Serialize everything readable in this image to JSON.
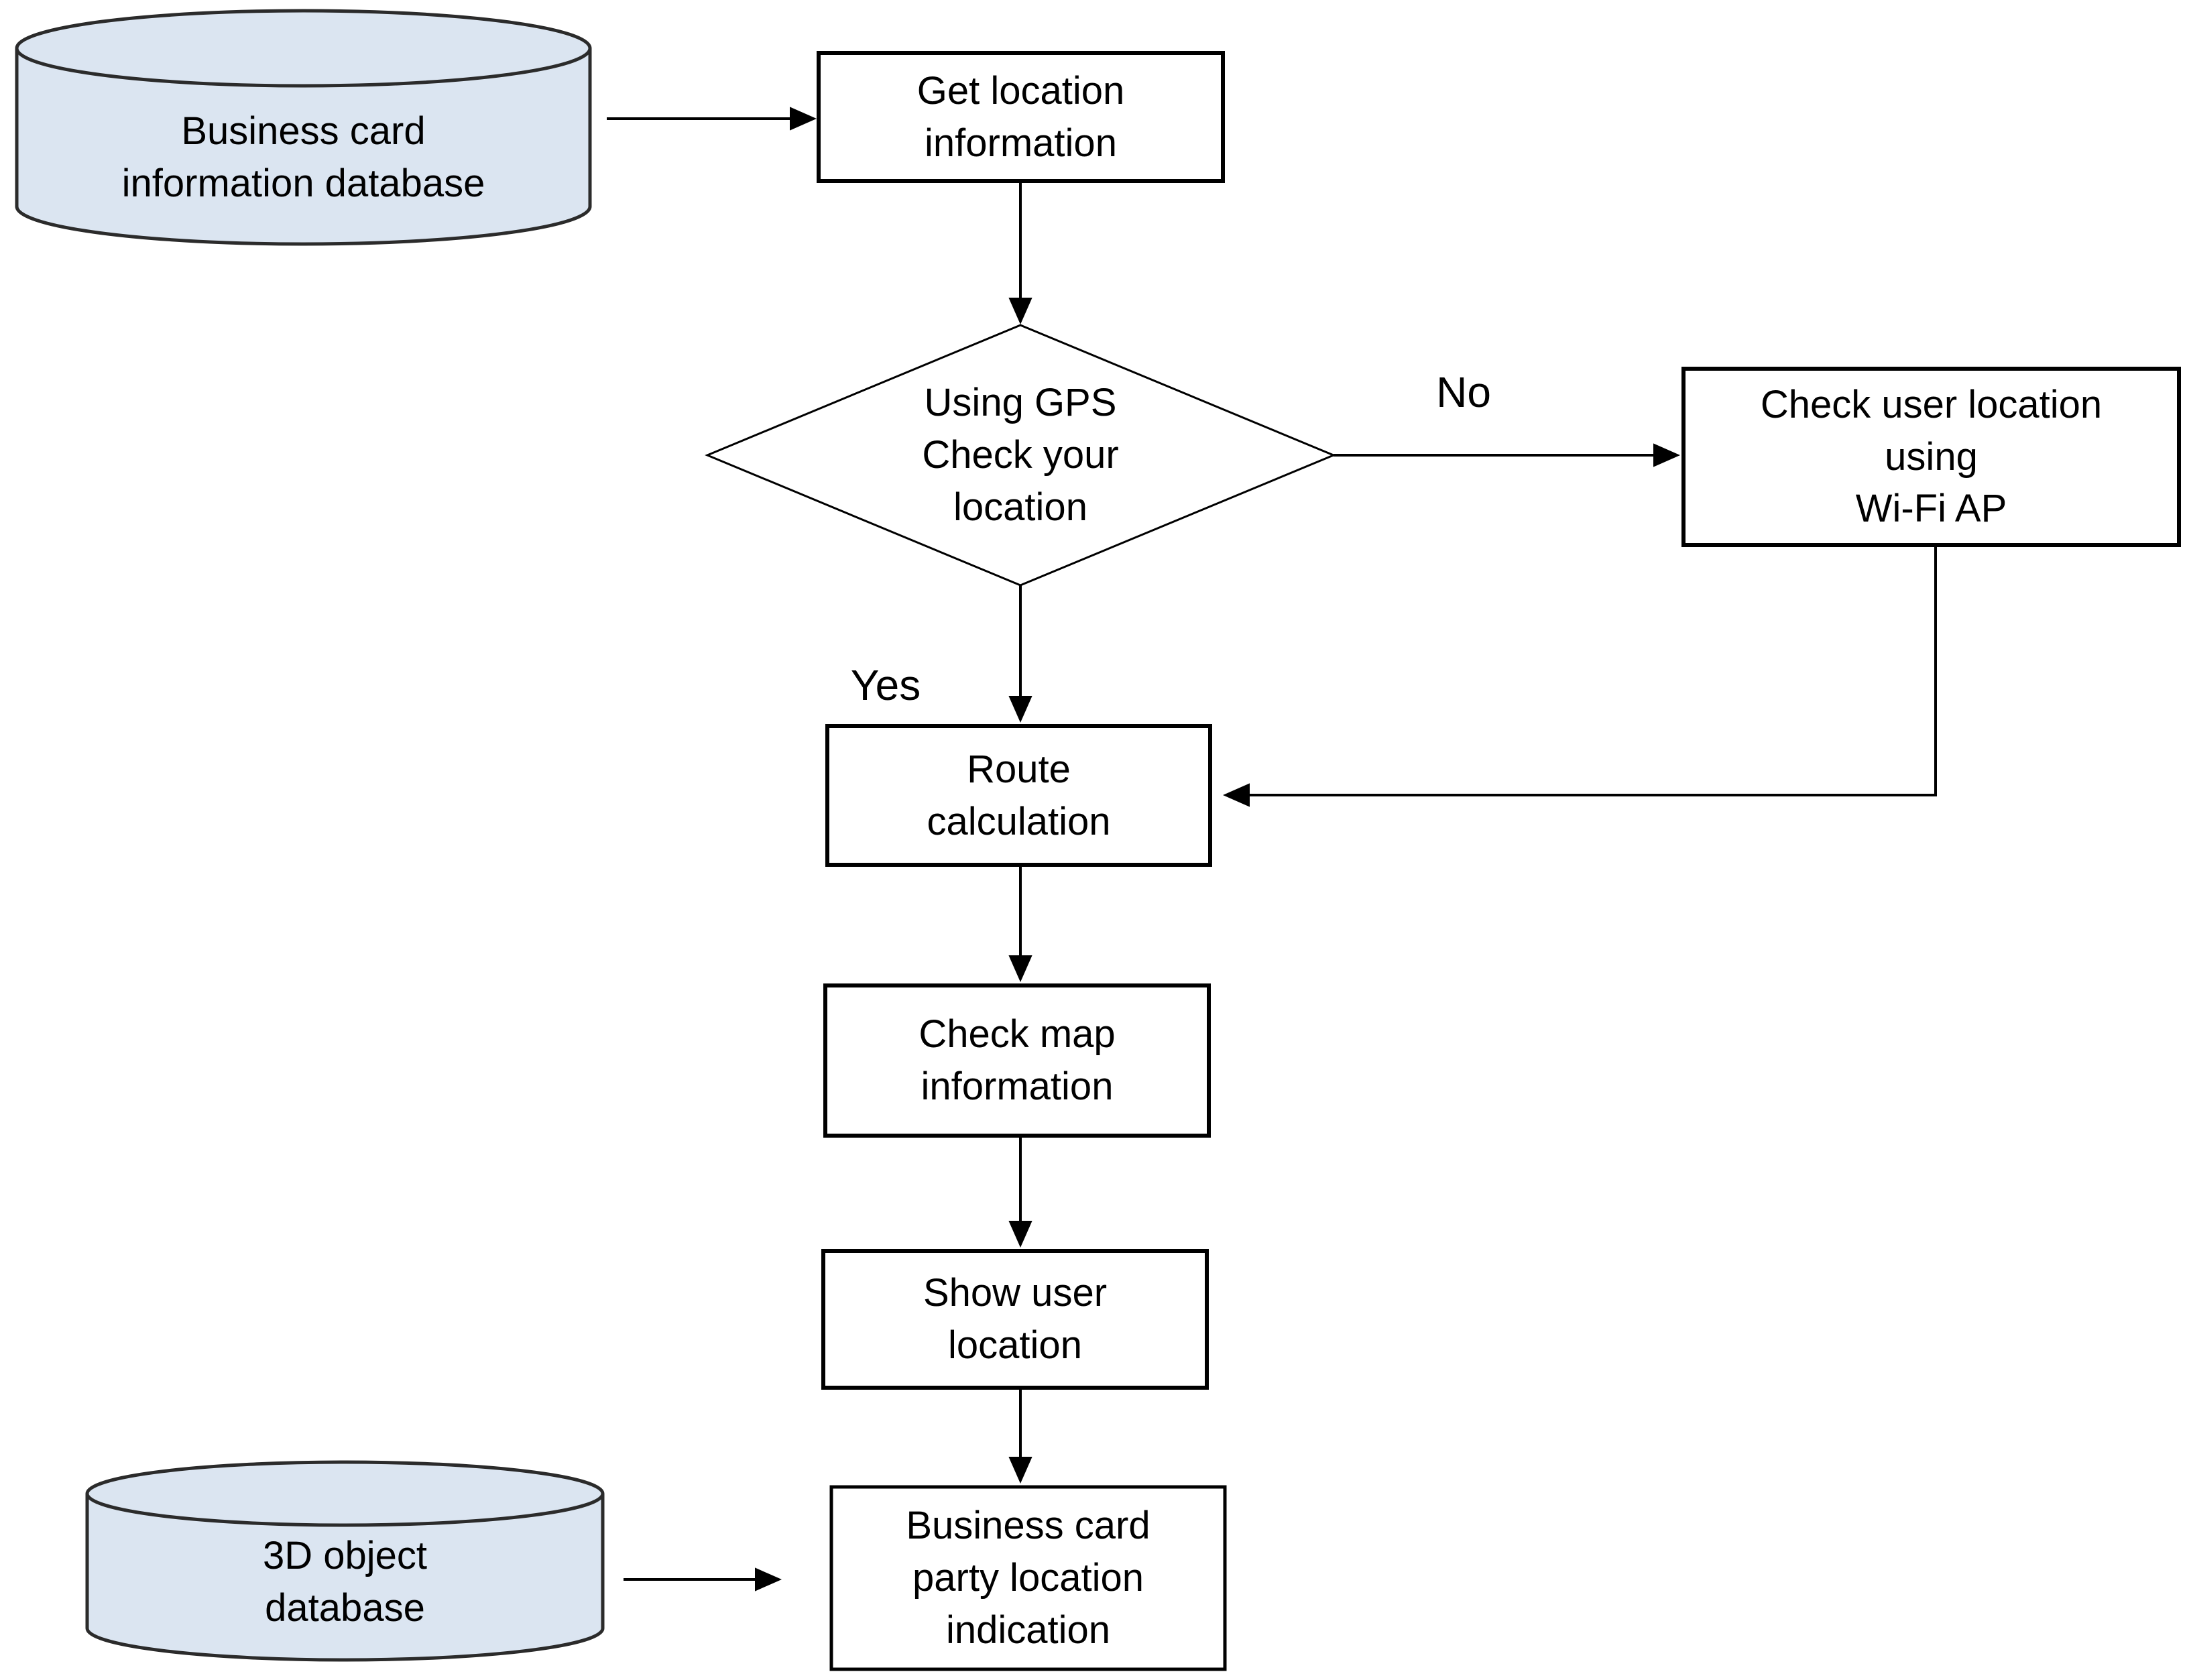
{
  "nodes": {
    "business_card_db": {
      "label": "Business card\ninformation database",
      "shape": "database"
    },
    "get_location": {
      "label": "Get location\ninformation",
      "shape": "process"
    },
    "gps_decision": {
      "label": "Using GPS\nCheck your\nlocation",
      "shape": "decision"
    },
    "wifi_check": {
      "label": "Check user location\nusing\nWi-Fi AP",
      "shape": "process"
    },
    "route_calc": {
      "label": "Route\ncalculation",
      "shape": "process"
    },
    "check_map": {
      "label": "Check map\ninformation",
      "shape": "process"
    },
    "show_user": {
      "label": "Show user\nlocation",
      "shape": "process"
    },
    "party_indication": {
      "label": "Business card\nparty location\nindication",
      "shape": "process"
    },
    "object_db": {
      "label": "3D object\ndatabase",
      "shape": "database"
    }
  },
  "edges": {
    "no_label": "No",
    "yes_label": "Yes"
  },
  "colors": {
    "db_fill": "#dbe5f1",
    "line": "#000000",
    "box_fill": "#ffffff",
    "background": "#ffffff"
  }
}
